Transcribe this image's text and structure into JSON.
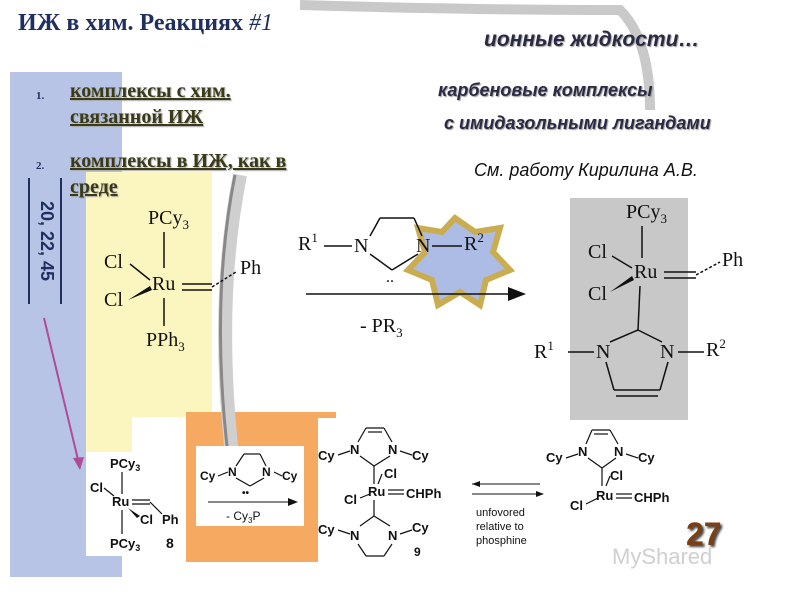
{
  "header": {
    "title": "ИЖ в хим. Реакциях",
    "title_num": "#1",
    "right_title": "ионные жидкости…"
  },
  "list": [
    {
      "num": "1.",
      "line1": "комплексы с хим.",
      "line2": "связанной ИЖ"
    },
    {
      "num": "2.",
      "line1": "комплексы в ИЖ, как в",
      "line2": "среде"
    }
  ],
  "reference": "20, 22, 45",
  "carbene": {
    "line1": "карбеновые комплексы",
    "line2": "с имидазольными лигандами"
  },
  "see_work": "См. работу Кирилина А.В.",
  "scheme_top": {
    "start": {
      "pcy3": "PCy",
      "pcy3_sub": "3",
      "cl1": "Cl",
      "cl2": "Cl",
      "ru": "Ru",
      "ph": "Ph",
      "pph3": "PPh",
      "pph3_sub": "3"
    },
    "reagent": {
      "r1": "R",
      "r1_sup": "1",
      "n1": "N",
      "n2": "N",
      "r2": "R",
      "r2_sup": "2",
      "dots": "..",
      "minus": "- PR",
      "minus_sub": "3"
    },
    "product": {
      "pcy3": "PCy",
      "pcy3_sub": "3",
      "cl1": "Cl",
      "cl2": "Cl",
      "ru": "Ru",
      "ph": "Ph",
      "r1": "R",
      "r1_sup": "1",
      "n1": "N",
      "n2": "N",
      "r2": "R",
      "r2_sup": "2"
    }
  },
  "scheme_bottom": {
    "c8": {
      "pcy3_top": "PCy",
      "sub": "3",
      "cl1": "Cl",
      "ru": "Ru",
      "cl2": "Cl",
      "ph": "Ph",
      "pcy3_bot": "PCy",
      "label": "8"
    },
    "reagent": {
      "cy1": "Cy",
      "n1": "N",
      "n2": "N",
      "cy2": "Cy",
      "dots": "••",
      "minus": "- Cy",
      "minus_sub": "3",
      "minus_p": "P"
    },
    "c9": {
      "cy_tl": "Cy",
      "n_tl": "N",
      "n_tr": "N",
      "cy_tr": "Cy",
      "cl_top": "Cl",
      "cl_left": "Cl",
      "ru": "Ru",
      "chph": "CHPh",
      "cy_bl": "Cy",
      "n_bl": "N",
      "n_br": "N",
      "cy_br": "Cy",
      "label": "9"
    },
    "arrow_text": [
      "unfovored",
      "relative to",
      "phosphine"
    ],
    "c_right": {
      "cy1": "Cy",
      "n1": "N",
      "n2": "N",
      "cy2": "Cy",
      "cl_top": "Cl",
      "cl_left": "Cl",
      "ru": "Ru",
      "chph": "CHPh"
    }
  },
  "slide_number": "27",
  "watermark": "MyShared"
}
